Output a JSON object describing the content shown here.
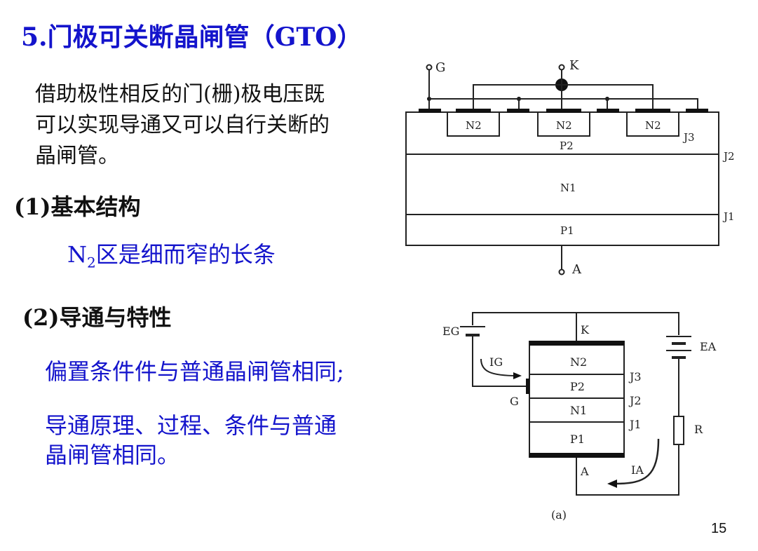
{
  "slide": {
    "title": "5.门极可关断晶闸管（GTO）",
    "intro": "借助极性相反的门(栅)极电压既可以实现导通又可以自行关断的晶闸管。",
    "section1": "(1)基本结构",
    "n2_letter": "N",
    "n2_sub": "2",
    "n2_rest": "区是细而窄的长条",
    "section2": "(2)导通与特性",
    "bullet1": "偏置条件件与普通晶闸管相同;",
    "bullet2": "导通原理、过程、条件与普通晶闸管相同。",
    "page_number": "15"
  },
  "structure_diagram": {
    "terminal_g": "G",
    "terminal_k": "K",
    "terminal_a": "A",
    "n2_label": "N2",
    "p2": "P2",
    "n1": "N1",
    "p1": "P1",
    "j3": "J3",
    "j2": "J2",
    "j1": "J1"
  },
  "circuit_diagram": {
    "eg": "EG",
    "ea": "EA",
    "k": "K",
    "g": "G",
    "a": "A",
    "ig": "IG",
    "ia": "IA",
    "r": "R",
    "n2": "N2",
    "p2": "P2",
    "n1": "N1",
    "p1": "P1",
    "j3": "J3",
    "j2": "J2",
    "j1": "J1",
    "caption": "(a)"
  }
}
